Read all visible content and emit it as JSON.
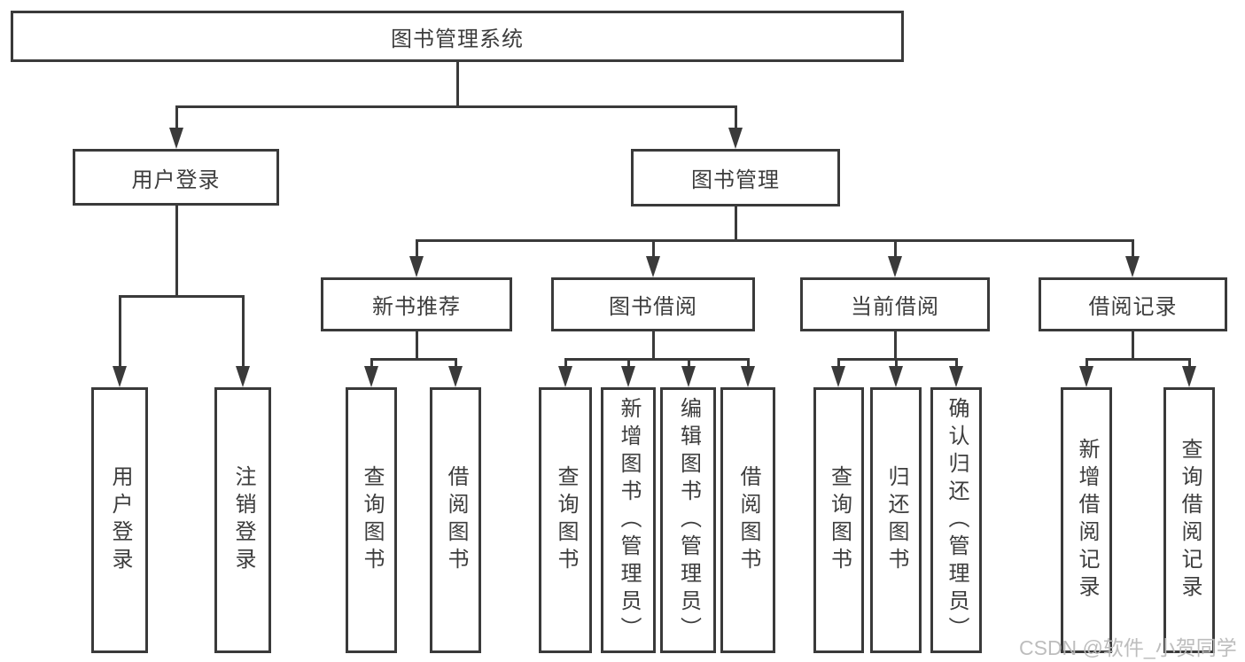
{
  "tree": {
    "root": {
      "label": "图书管理系统"
    },
    "children": [
      {
        "label": "用户登录",
        "children": [
          {
            "label": "用户登录"
          },
          {
            "label": "注销登录"
          }
        ]
      },
      {
        "label": "图书管理",
        "children": [
          {
            "label": "新书推荐",
            "children": [
              {
                "label": "查询图书"
              },
              {
                "label": "借阅图书"
              }
            ]
          },
          {
            "label": "图书借阅",
            "children": [
              {
                "label": "查询图书"
              },
              {
                "label": "新增图书（管理员）"
              },
              {
                "label": "编辑图书（管理员）"
              },
              {
                "label": "借阅图书"
              }
            ]
          },
          {
            "label": "当前借阅",
            "children": [
              {
                "label": "查询图书"
              },
              {
                "label": "归还图书"
              },
              {
                "label": "确认归还（管理员）"
              }
            ]
          },
          {
            "label": "借阅记录",
            "children": [
              {
                "label": "新增借阅记录"
              },
              {
                "label": "查询借阅记录"
              }
            ]
          }
        ]
      }
    ]
  },
  "watermark": {
    "text": "CSDN @软件_小贺同学"
  }
}
